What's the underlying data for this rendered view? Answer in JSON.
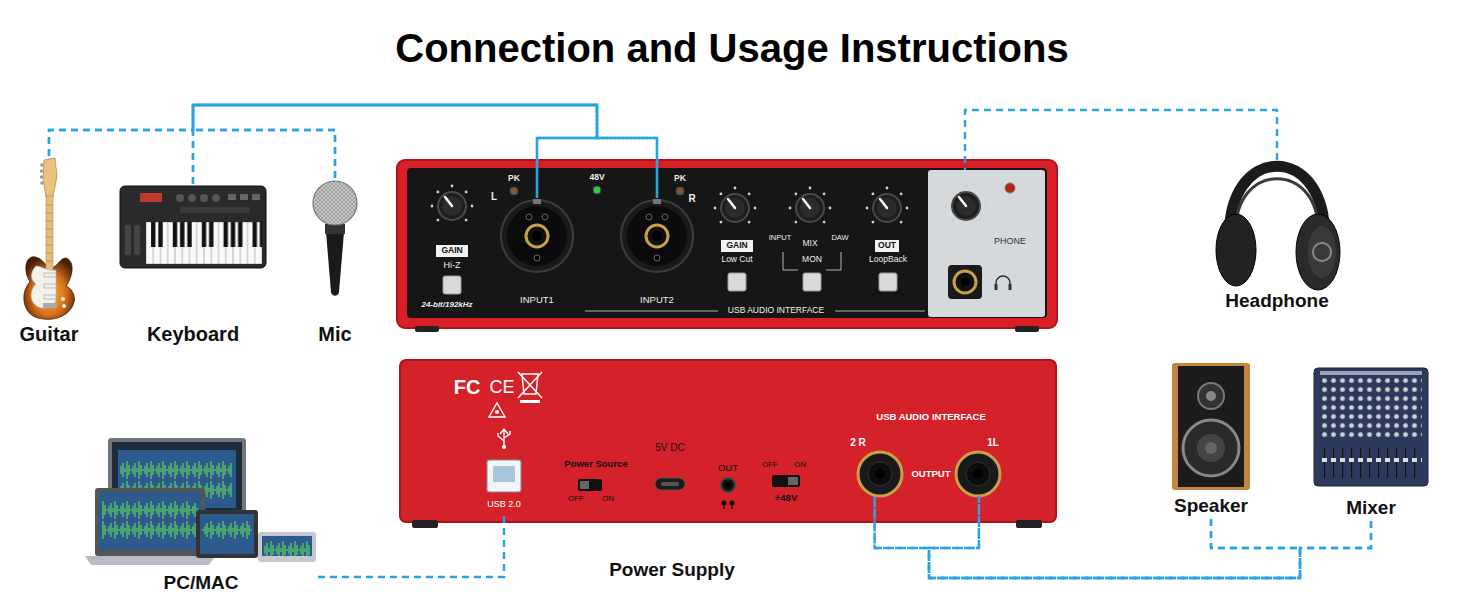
{
  "diagram": {
    "title": "Connection and Usage Instructions",
    "nodes": [
      {
        "text": [
          "Guitar"
        ]
      },
      {
        "text": [
          "Keyboard"
        ]
      },
      {
        "text": [
          "Mic"
        ]
      },
      {
        "text": [
          "PK",
          "48V",
          "PK",
          "GAIN",
          "Hi-Z",
          "L",
          "R",
          "GAIN",
          "Low Cut",
          "INPUT",
          "MIX",
          "DAW",
          "MON",
          "OUT",
          "LoopBack",
          "24-bit/192kHz",
          "USB AUDIO INTERFACE"
        ]
      },
      {
        "text": [
          "INPUT1"
        ],
        "in": 3
      },
      {
        "text": [
          "INPUT2"
        ],
        "in": 3
      },
      {
        "text": [
          "PHONE"
        ],
        "in": 3
      },
      {
        "text": [
          "Headphone"
        ]
      },
      {
        "text": [
          "PC/MAC"
        ]
      },
      {
        "text": [
          "FC",
          "CE",
          "Power Source",
          "OFF",
          "ON",
          "5V DC",
          "OUT",
          "OFF",
          "ON",
          "+48V",
          "USB AUDIO INTERFACE",
          "OUTPUT"
        ]
      },
      {
        "text": [
          "USB 2.0"
        ],
        "in": 9
      },
      {
        "text": [
          "2 R"
        ],
        "in": 9
      },
      {
        "text": [
          "1L"
        ],
        "in": 9
      },
      {
        "text": [
          "Speaker"
        ]
      },
      {
        "text": [
          "Mixer"
        ]
      }
    ],
    "edges": [
      {
        "from": 0,
        "to": 4,
        "arrow": "none"
      },
      {
        "from": 0,
        "to": 5,
        "arrow": "none"
      },
      {
        "from": 1,
        "to": 4,
        "arrow": "none"
      },
      {
        "from": 1,
        "to": 5,
        "arrow": "none"
      },
      {
        "from": 2,
        "to": 4,
        "arrow": "none"
      },
      {
        "from": 2,
        "to": 5,
        "arrow": "none"
      },
      {
        "from": 7,
        "to": 6,
        "arrow": "none"
      },
      {
        "from": 8,
        "to": 10,
        "arrow": "none"
      },
      {
        "from": 13,
        "to": 11,
        "arrow": "none"
      },
      {
        "from": 13,
        "to": 12,
        "arrow": "none"
      },
      {
        "from": 14,
        "to": 11,
        "arrow": "none"
      },
      {
        "from": 14,
        "to": 12,
        "arrow": "none"
      }
    ],
    "labels": [
      "Power Supply"
    ]
  }
}
